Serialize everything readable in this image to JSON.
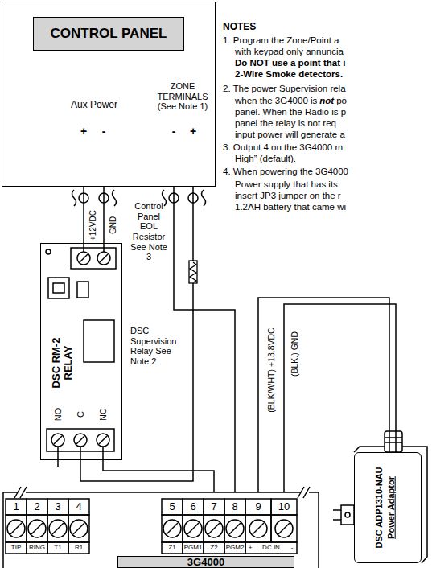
{
  "diagram": {
    "nodes": [
      {
        "text": [
          "Aux Power",
          "ZONE TERMINALS (See Note 1)"
        ]
      },
      {
        "text": [
          "CONTROL PANEL"
        ],
        "in": 0
      },
      {
        "text": [
          "DSC RM-2 RELAY"
        ]
      },
      {
        "text": [
          "3G4000"
        ]
      },
      {
        "text": [
          "DSC ADP1310-NAU",
          "Power Adaptor"
        ]
      }
    ],
    "edges": [
      {
        "from": 2,
        "to": 0,
        "arrow": "none",
        "label": "+12VDC"
      },
      {
        "from": 2,
        "to": 0,
        "arrow": "none",
        "label": "GND"
      },
      {
        "from": 0,
        "to": 3,
        "arrow": "none"
      },
      {
        "from": 0,
        "to": 2,
        "arrow": "none"
      },
      {
        "from": 2,
        "to": 3,
        "arrow": "none"
      },
      {
        "from": 4,
        "to": 3,
        "arrow": "none",
        "label": "(BLK/WHT) +13.8VDC"
      },
      {
        "from": 4,
        "to": 3,
        "arrow": "none",
        "label": "(BLK.) GND"
      }
    ],
    "labels": [
      "+",
      "-",
      "-",
      "+",
      "Control Panel EOL Resistor See Note 3",
      "DSC Supervision Relay See Note 2",
      "NO",
      "C",
      "NC",
      "1",
      "2",
      "3",
      "4",
      "5",
      "6",
      "7",
      "8",
      "9",
      "10",
      "TIP",
      "RING",
      "T1",
      "R1",
      "Z1",
      "PGM1",
      "Z2",
      "PGM2",
      "+",
      "DC IN",
      "-",
      "NOTES",
      "1. Program the Zone/Point a",
      "with keypad only annuncia",
      "Do NOT use a point that i",
      "2-Wire Smoke detectors.",
      "2. The power Supervision rela",
      "when the 3G4000 is",
      "not",
      "po",
      "panel. When the Radio is p",
      "panel the relay is not req",
      "input power will generate a",
      "3. Output 4 on the 3G4000 m",
      "High” (default).",
      "4. When powering the 3G4000",
      "Power supply that has its",
      "insert JP3 jumper on the r",
      "1.2AH battery that came wi"
    ]
  }
}
